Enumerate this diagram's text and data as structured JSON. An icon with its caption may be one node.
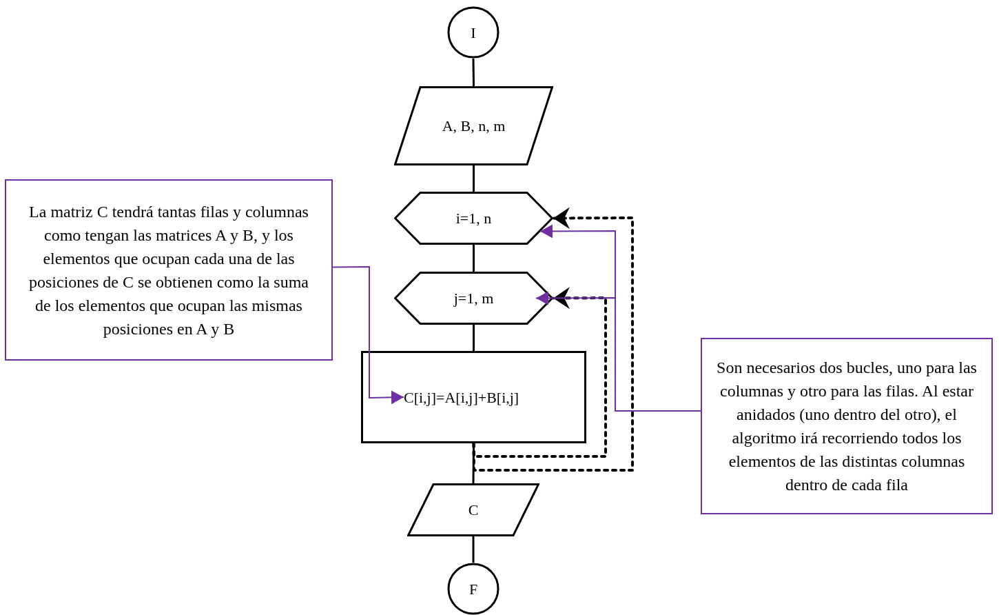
{
  "diagram": {
    "nodes": [
      {
        "text": [
          "I"
        ]
      },
      {
        "text": [
          "A, B, n, m"
        ]
      },
      {
        "text": [
          "i=1, n"
        ]
      },
      {
        "text": [
          "j=1, m"
        ]
      },
      {
        "text": [
          "C[i,j]=A[i,j]+B[i,j]"
        ]
      },
      {
        "text": [
          "C"
        ]
      },
      {
        "text": [
          "F"
        ]
      },
      {
        "text": [
          "La matriz C tendrá tantas filas y columnas como tengan las matrices A y B, y los elementos que ocupan cada una de las posiciones de C se obtienen como la suma de los elementos que ocupan las mismas posiciones en A y B"
        ]
      },
      {
        "text": [
          "Son necesarios dos bucles, uno para las columnas y otro para las filas. Al estar anidados (uno dentro del otro), el algoritmo irá recorriendo todos los elementos de las distintas columnas dentro de cada fila"
        ]
      }
    ],
    "edges": [
      {
        "from": 0,
        "to": 1,
        "arrow": "none"
      },
      {
        "from": 1,
        "to": 2,
        "arrow": "none"
      },
      {
        "from": 2,
        "to": 3,
        "arrow": "none"
      },
      {
        "from": 3,
        "to": 4,
        "arrow": "none"
      },
      {
        "from": 4,
        "to": 5,
        "arrow": "none"
      },
      {
        "from": 5,
        "to": 6,
        "arrow": "none"
      },
      {
        "from": 4,
        "to": 3,
        "arrow": "to",
        "style": "dashed"
      },
      {
        "from": 4,
        "to": 2,
        "arrow": "to",
        "style": "dashed"
      },
      {
        "from": 7,
        "to": 4,
        "arrow": "to",
        "color": "#7030a0"
      },
      {
        "from": 8,
        "to": 2,
        "arrow": "to",
        "color": "#7030a0"
      },
      {
        "from": 8,
        "to": 3,
        "arrow": "to",
        "color": "#7030a0"
      }
    ]
  }
}
